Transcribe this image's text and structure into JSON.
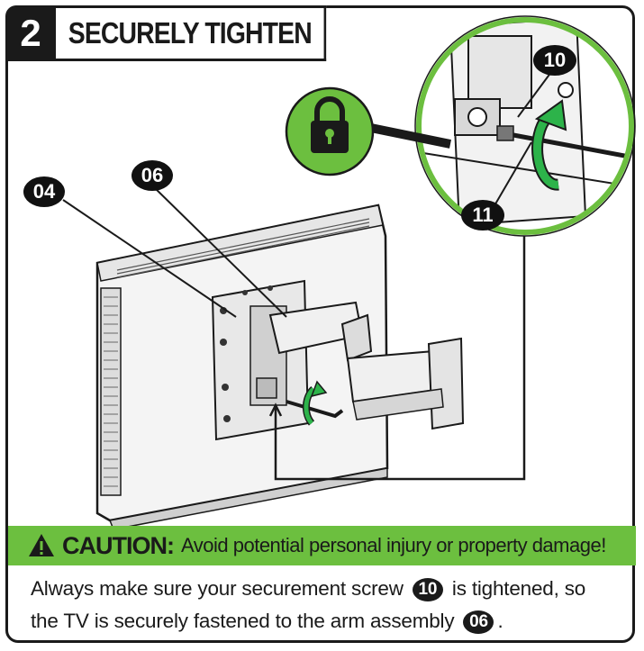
{
  "step": {
    "number": "2",
    "title": "SECURELY TIGHTEN"
  },
  "callouts": {
    "part_04": "04",
    "part_06": "06",
    "part_10": "10",
    "part_11": "11"
  },
  "caution": {
    "label": "CAUTION:",
    "text": "Avoid potential personal injury or property damage!"
  },
  "instructions": {
    "line_a": "Always make sure your securement screw",
    "ref_screw": "10",
    "line_b": "is tightened, so",
    "line_c": "the TV is securely fastened to the arm assembly",
    "ref_arm": "06",
    "line_end": "."
  },
  "colors": {
    "accent_green": "#6cbf3f",
    "ink": "#1a1a1a",
    "arrow_green": "#2db34a"
  },
  "icons": [
    "lock-icon",
    "warning-triangle-icon",
    "rotate-arrow-icon"
  ]
}
